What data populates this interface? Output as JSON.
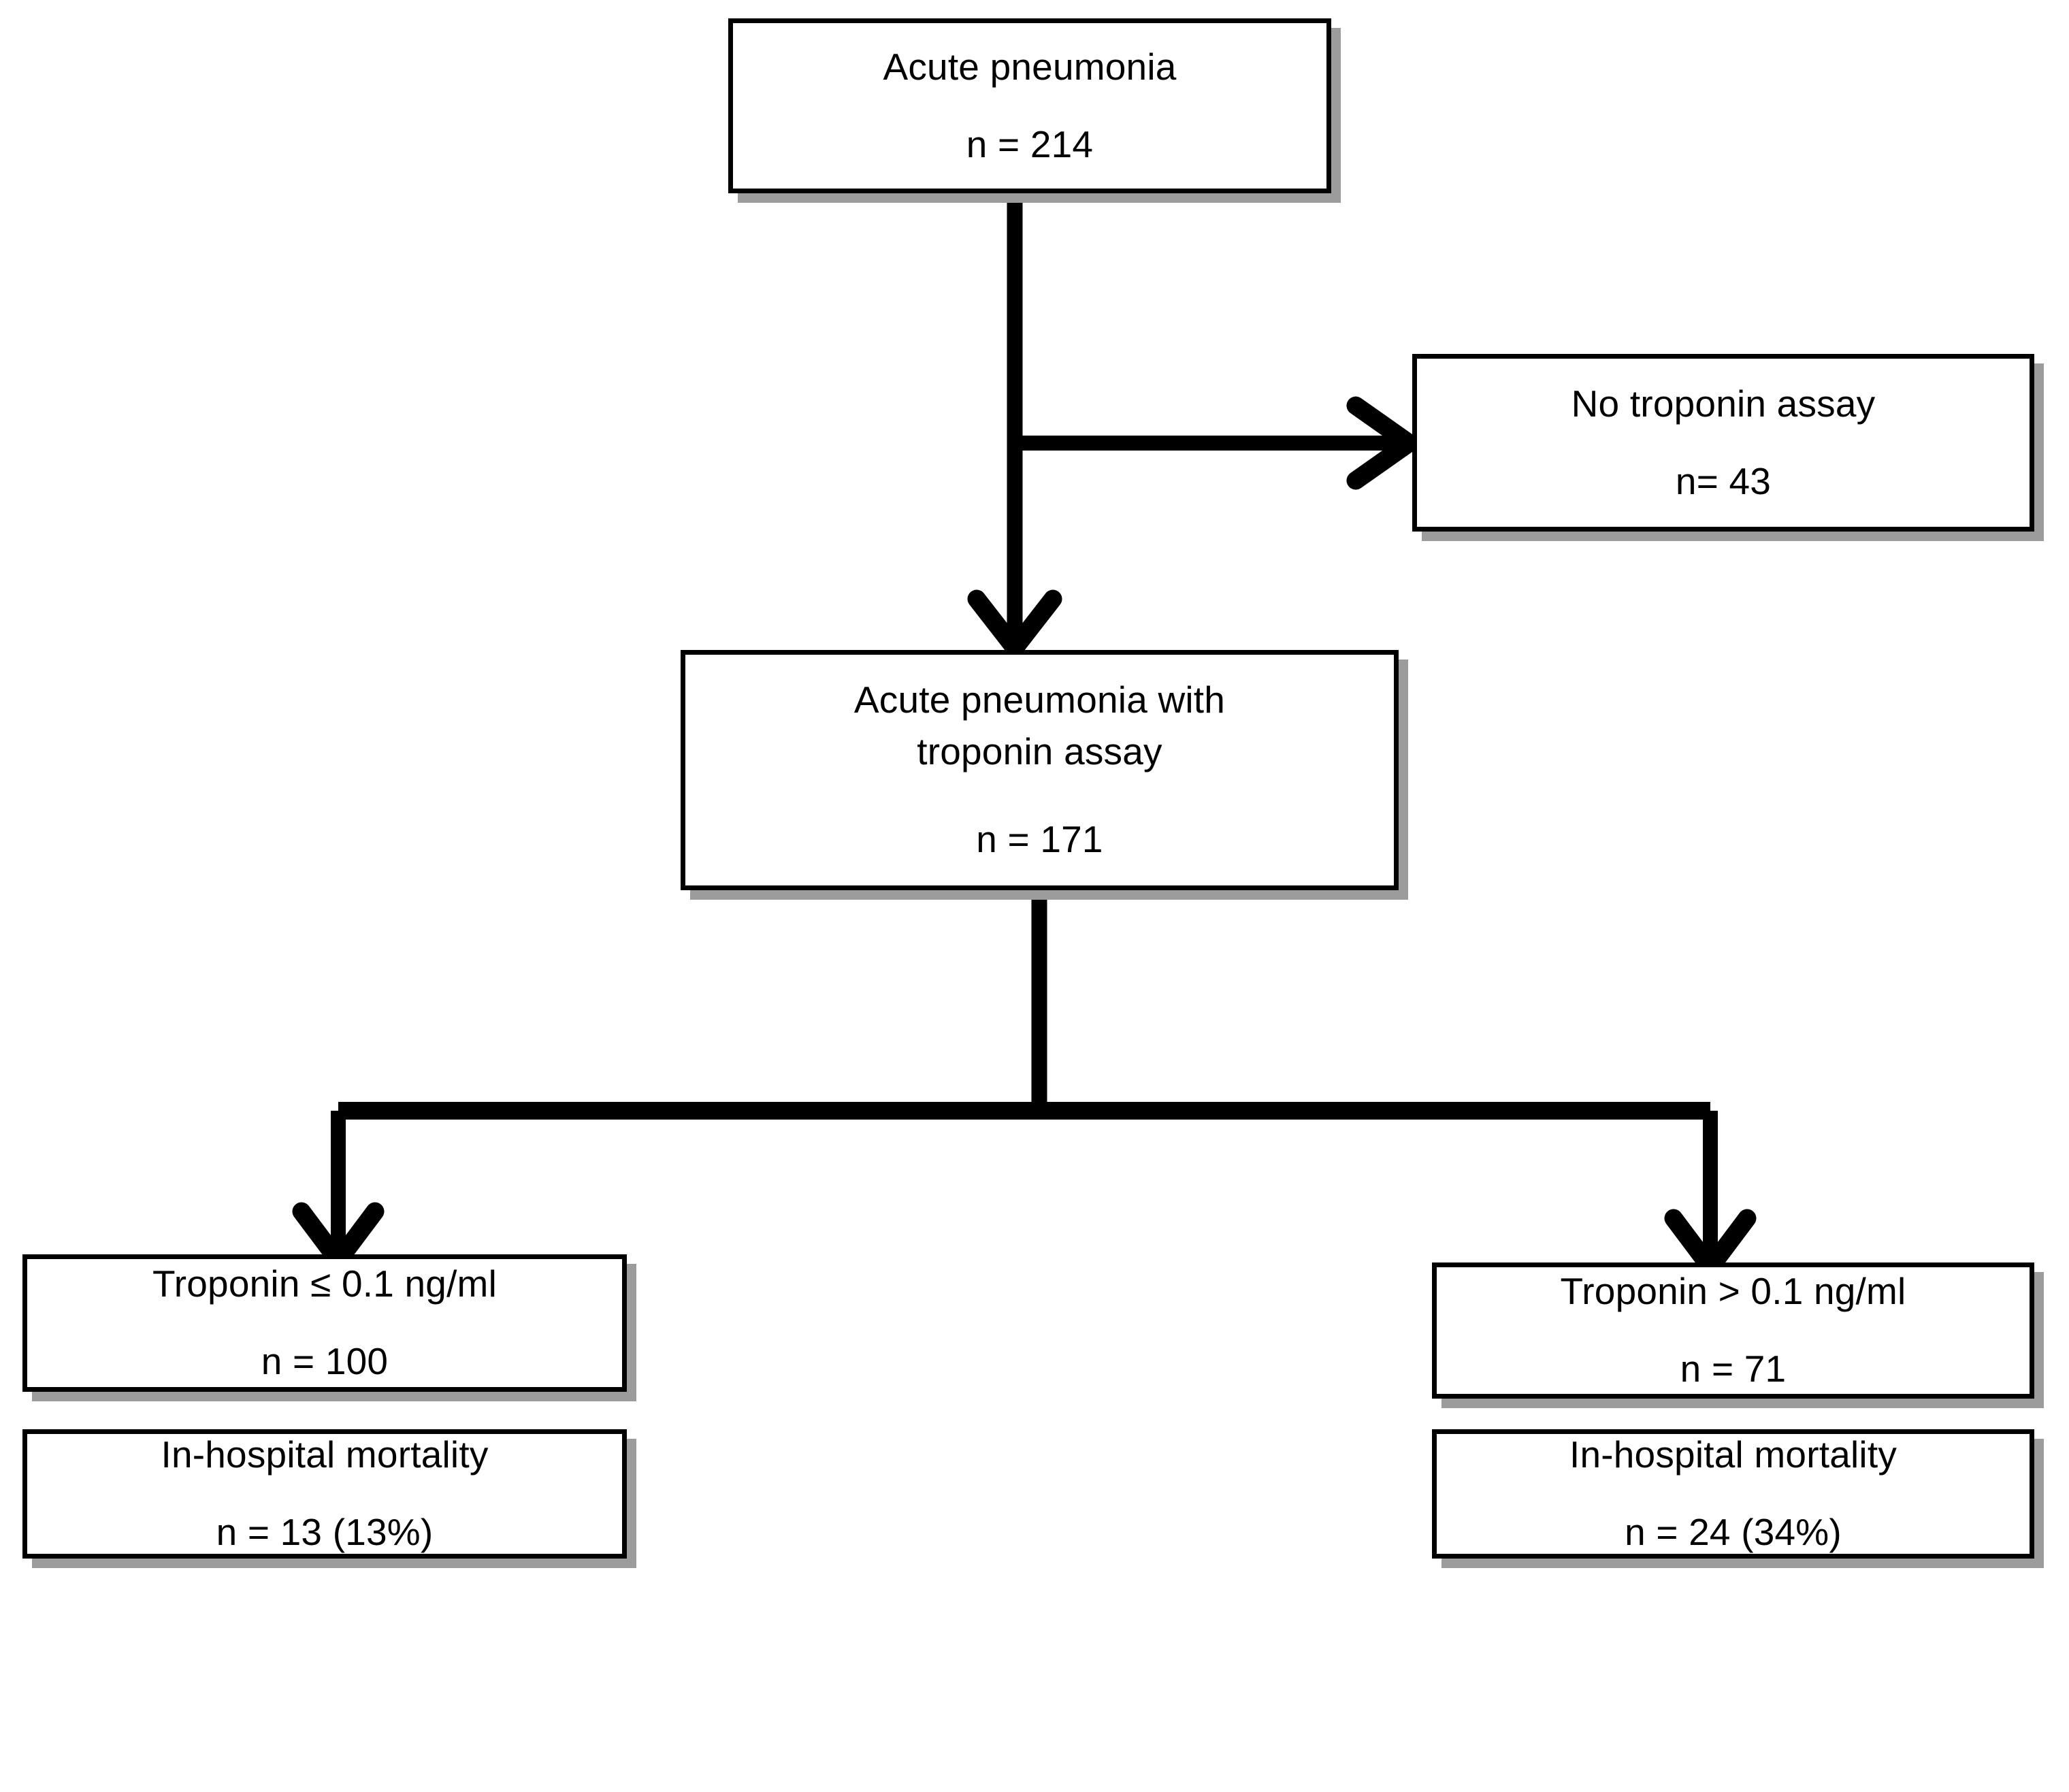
{
  "diagram": {
    "type": "flowchart",
    "title": "Patient flow: acute pneumonia cohort with troponin assay and in-hospital mortality",
    "colors": {
      "box_border": "#000000",
      "box_fill": "#ffffff",
      "shadow": "#9c9c9c",
      "connector": "#000000",
      "background": "#ffffff"
    },
    "nodes": [
      {
        "id": "acute-pneumonia",
        "lines": [
          "Acute pneumonia"
        ],
        "count": "n = 214",
        "n": 214
      },
      {
        "id": "no-troponin-assay",
        "lines": [
          "No troponin assay"
        ],
        "count": "n= 43",
        "n": 43
      },
      {
        "id": "pneumonia-troponin",
        "lines": [
          "Acute pneumonia with",
          "troponin assay"
        ],
        "count": "n = 171",
        "n": 171
      },
      {
        "id": "troponin-low",
        "lines": [
          "Troponin ≤ 0.1 ng/ml"
        ],
        "count": "n = 100",
        "n": 100
      },
      {
        "id": "troponin-high",
        "lines": [
          "Troponin > 0.1 ng/ml"
        ],
        "count": "n = 71",
        "n": 71
      },
      {
        "id": "mortality-low",
        "lines": [
          "In-hospital mortality"
        ],
        "count": "n = 13 (13%)",
        "n": 13,
        "percent": 13
      },
      {
        "id": "mortality-high",
        "lines": [
          "In-hospital mortality"
        ],
        "count": "n = 24 (34%)",
        "n": 24,
        "percent": 34
      }
    ],
    "edges": [
      {
        "id": "acute-to-pneumonia-troponin",
        "from": "acute-pneumonia",
        "to": "pneumonia-troponin",
        "style": "vertical-arrow"
      },
      {
        "id": "acute-to-no-troponin",
        "from": "acute-pneumonia",
        "to": "no-troponin-assay",
        "style": "elbow-right-arrow"
      },
      {
        "id": "troponin-split-left",
        "from": "pneumonia-troponin",
        "to": "troponin-low",
        "style": "split-arrow"
      },
      {
        "id": "troponin-split-right",
        "from": "pneumonia-troponin",
        "to": "troponin-high",
        "style": "split-arrow"
      }
    ]
  }
}
